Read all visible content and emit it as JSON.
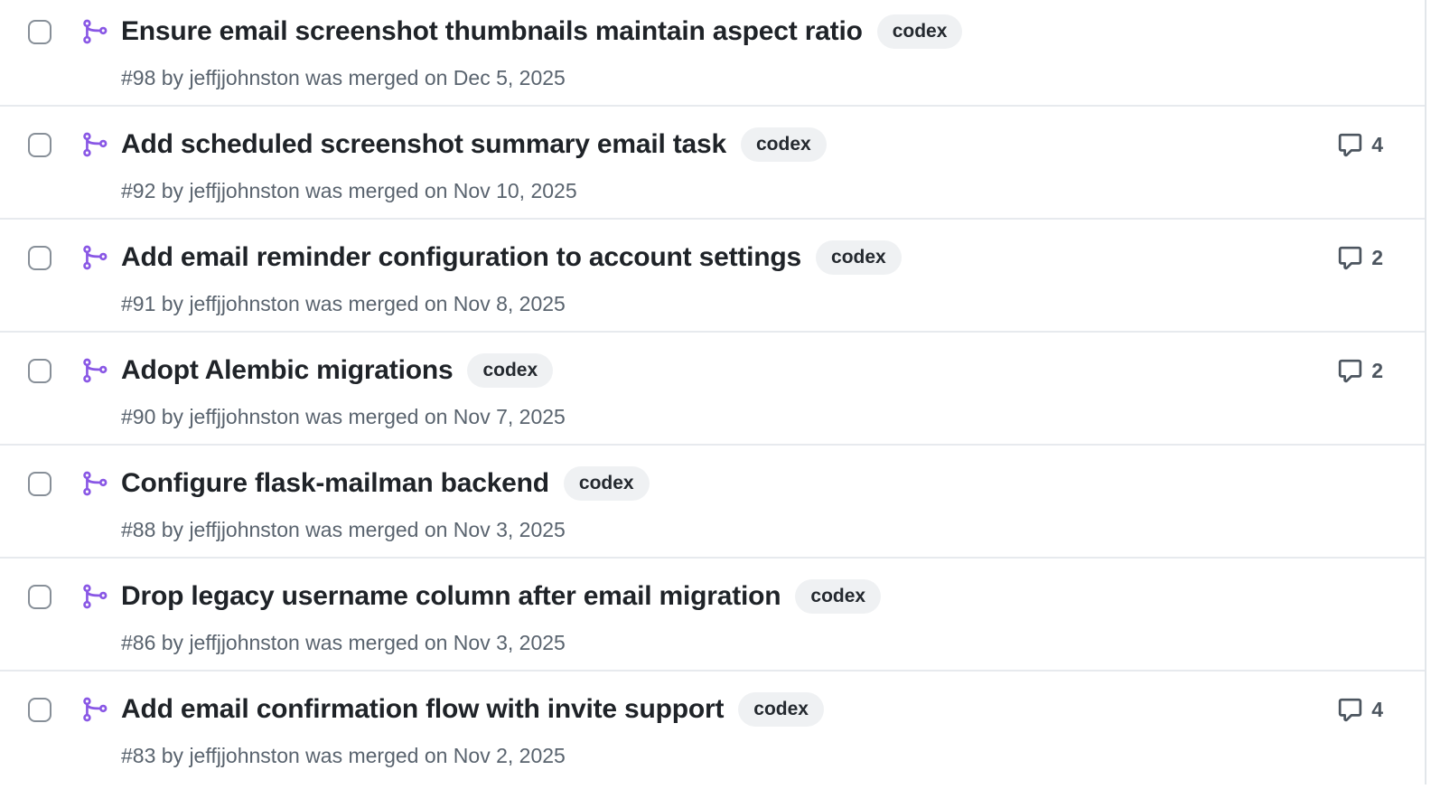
{
  "colors": {
    "merge_icon_purple": "#8957e5",
    "title_text": "#1f2328",
    "meta_text": "#59636e",
    "badge_background": "#eff1f3",
    "badge_text": "#24292f",
    "row_separator": "#e7eaee",
    "checkbox_border": "#878f98",
    "comment_gray": "#4c555f"
  },
  "icons": {
    "merge": "git-merge-icon",
    "comment": "comment-bubble-icon",
    "checkbox": "row-select-checkbox"
  },
  "list": {
    "rows": [
      {
        "title": "Ensure email screenshot thumbnails maintain aspect ratio",
        "label": "codex",
        "meta": "#98 by jeffjjohnston was merged on Dec 5, 2025",
        "comments": null
      },
      {
        "title": "Add scheduled screenshot summary email task",
        "label": "codex",
        "meta": "#92 by jeffjjohnston was merged on Nov 10, 2025",
        "comments": "4"
      },
      {
        "title": "Add email reminder configuration to account settings",
        "label": "codex",
        "meta": "#91 by jeffjjohnston was merged on Nov 8, 2025",
        "comments": "2"
      },
      {
        "title": "Adopt Alembic migrations",
        "label": "codex",
        "meta": "#90 by jeffjjohnston was merged on Nov 7, 2025",
        "comments": "2"
      },
      {
        "title": "Configure flask-mailman backend",
        "label": "codex",
        "meta": "#88 by jeffjjohnston was merged on Nov 3, 2025",
        "comments": null
      },
      {
        "title": "Drop legacy username column after email migration",
        "label": "codex",
        "meta": "#86 by jeffjjohnston was merged on Nov 3, 2025",
        "comments": null
      },
      {
        "title": "Add email confirmation flow with invite support",
        "label": "codex",
        "meta": "#83 by jeffjjohnston was merged on Nov 2, 2025",
        "comments": "4"
      }
    ]
  }
}
